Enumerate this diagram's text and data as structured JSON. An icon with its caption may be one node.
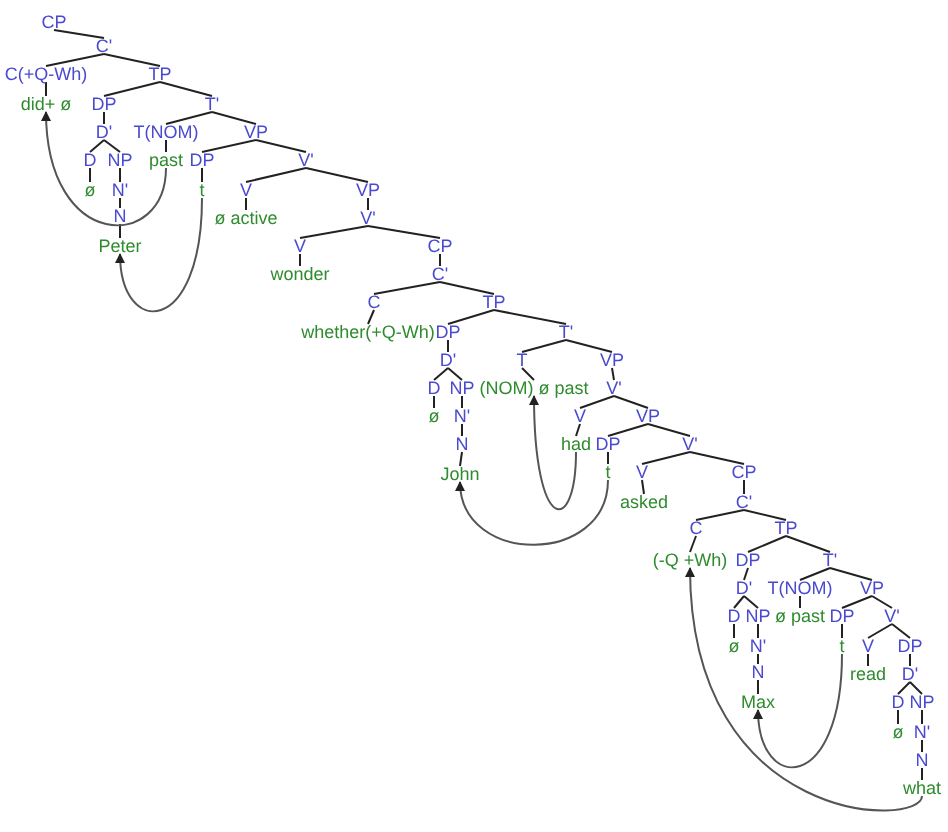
{
  "diagram": {
    "nodes": [
      {
        "text": [
          "CP"
        ]
      },
      {
        "text": [
          "C'"
        ]
      },
      {
        "text": [
          "C(+Q-Wh)"
        ]
      },
      {
        "text": [
          "TP"
        ]
      },
      {
        "text": [
          "did+ ø"
        ]
      },
      {
        "text": [
          "DP"
        ]
      },
      {
        "text": [
          "T'"
        ]
      },
      {
        "text": [
          "D'"
        ]
      },
      {
        "text": [
          "T(NOM)"
        ]
      },
      {
        "text": [
          "VP"
        ]
      },
      {
        "text": [
          "D"
        ]
      },
      {
        "text": [
          "NP"
        ]
      },
      {
        "text": [
          "past"
        ]
      },
      {
        "text": [
          "DP"
        ]
      },
      {
        "text": [
          "V'"
        ]
      },
      {
        "text": [
          "ø"
        ]
      },
      {
        "text": [
          "N'"
        ]
      },
      {
        "text": [
          "t"
        ]
      },
      {
        "text": [
          "V"
        ]
      },
      {
        "text": [
          "VP"
        ]
      },
      {
        "text": [
          "N"
        ]
      },
      {
        "text": [
          "ø active"
        ]
      },
      {
        "text": [
          "V'"
        ]
      },
      {
        "text": [
          "Peter"
        ]
      },
      {
        "text": [
          "V"
        ]
      },
      {
        "text": [
          "CP"
        ]
      },
      {
        "text": [
          "wonder"
        ]
      },
      {
        "text": [
          "C'"
        ]
      },
      {
        "text": [
          "C"
        ]
      },
      {
        "text": [
          "TP"
        ]
      },
      {
        "text": [
          "whether(+Q-Wh)"
        ]
      },
      {
        "text": [
          "DP"
        ]
      },
      {
        "text": [
          "T'"
        ]
      },
      {
        "text": [
          "D'"
        ]
      },
      {
        "text": [
          "T"
        ]
      },
      {
        "text": [
          "VP"
        ]
      },
      {
        "text": [
          "D"
        ]
      },
      {
        "text": [
          "NP"
        ]
      },
      {
        "text": [
          "(NOM) ø past"
        ]
      },
      {
        "text": [
          "V'"
        ]
      },
      {
        "text": [
          "ø"
        ]
      },
      {
        "text": [
          "N'"
        ]
      },
      {
        "text": [
          "V"
        ]
      },
      {
        "text": [
          "VP"
        ]
      },
      {
        "text": [
          "N"
        ]
      },
      {
        "text": [
          "had"
        ]
      },
      {
        "text": [
          "DP"
        ]
      },
      {
        "text": [
          "V'"
        ]
      },
      {
        "text": [
          "John"
        ]
      },
      {
        "text": [
          "t"
        ]
      },
      {
        "text": [
          "V"
        ]
      },
      {
        "text": [
          "CP"
        ]
      },
      {
        "text": [
          "asked"
        ]
      },
      {
        "text": [
          "C'"
        ]
      },
      {
        "text": [
          "C"
        ]
      },
      {
        "text": [
          "TP"
        ]
      },
      {
        "text": [
          "(-Q +Wh)"
        ]
      },
      {
        "text": [
          "DP"
        ]
      },
      {
        "text": [
          "T'"
        ]
      },
      {
        "text": [
          "D'"
        ]
      },
      {
        "text": [
          "T(NOM)"
        ]
      },
      {
        "text": [
          "VP"
        ]
      },
      {
        "text": [
          "D"
        ]
      },
      {
        "text": [
          "NP"
        ]
      },
      {
        "text": [
          "ø past"
        ]
      },
      {
        "text": [
          "DP"
        ]
      },
      {
        "text": [
          "V'"
        ]
      },
      {
        "text": [
          "ø"
        ]
      },
      {
        "text": [
          "N'"
        ]
      },
      {
        "text": [
          "t"
        ]
      },
      {
        "text": [
          "V"
        ]
      },
      {
        "text": [
          "DP"
        ]
      },
      {
        "text": [
          "N"
        ]
      },
      {
        "text": [
          "read"
        ]
      },
      {
        "text": [
          "D'"
        ]
      },
      {
        "text": [
          "Max"
        ]
      },
      {
        "text": [
          "D"
        ]
      },
      {
        "text": [
          "NP"
        ]
      },
      {
        "text": [
          "ø"
        ]
      },
      {
        "text": [
          "N'"
        ]
      },
      {
        "text": [
          "N"
        ]
      },
      {
        "text": [
          "what"
        ]
      }
    ],
    "edges": [
      {
        "from": 0,
        "to": 1,
        "arrow": "none"
      },
      {
        "from": 1,
        "to": 2,
        "arrow": "none"
      },
      {
        "from": 1,
        "to": 3,
        "arrow": "none"
      },
      {
        "from": 2,
        "to": 4,
        "arrow": "none"
      },
      {
        "from": 3,
        "to": 5,
        "arrow": "none"
      },
      {
        "from": 3,
        "to": 6,
        "arrow": "none"
      },
      {
        "from": 5,
        "to": 7,
        "arrow": "none"
      },
      {
        "from": 6,
        "to": 8,
        "arrow": "none"
      },
      {
        "from": 6,
        "to": 9,
        "arrow": "none"
      },
      {
        "from": 7,
        "to": 10,
        "arrow": "none"
      },
      {
        "from": 7,
        "to": 11,
        "arrow": "none"
      },
      {
        "from": 8,
        "to": 12,
        "arrow": "none"
      },
      {
        "from": 9,
        "to": 13,
        "arrow": "none"
      },
      {
        "from": 9,
        "to": 14,
        "arrow": "none"
      },
      {
        "from": 10,
        "to": 15,
        "arrow": "none"
      },
      {
        "from": 11,
        "to": 16,
        "arrow": "none"
      },
      {
        "from": 13,
        "to": 17,
        "arrow": "none"
      },
      {
        "from": 14,
        "to": 18,
        "arrow": "none"
      },
      {
        "from": 14,
        "to": 19,
        "arrow": "none"
      },
      {
        "from": 16,
        "to": 20,
        "arrow": "none"
      },
      {
        "from": 18,
        "to": 21,
        "arrow": "none"
      },
      {
        "from": 19,
        "to": 22,
        "arrow": "none"
      },
      {
        "from": 20,
        "to": 23,
        "arrow": "none"
      },
      {
        "from": 22,
        "to": 24,
        "arrow": "none"
      },
      {
        "from": 22,
        "to": 25,
        "arrow": "none"
      },
      {
        "from": 24,
        "to": 26,
        "arrow": "none"
      },
      {
        "from": 25,
        "to": 27,
        "arrow": "none"
      },
      {
        "from": 27,
        "to": 28,
        "arrow": "none"
      },
      {
        "from": 27,
        "to": 29,
        "arrow": "none"
      },
      {
        "from": 28,
        "to": 30,
        "arrow": "none"
      },
      {
        "from": 29,
        "to": 31,
        "arrow": "none"
      },
      {
        "from": 29,
        "to": 32,
        "arrow": "none"
      },
      {
        "from": 31,
        "to": 33,
        "arrow": "none"
      },
      {
        "from": 32,
        "to": 34,
        "arrow": "none"
      },
      {
        "from": 32,
        "to": 35,
        "arrow": "none"
      },
      {
        "from": 33,
        "to": 36,
        "arrow": "none"
      },
      {
        "from": 33,
        "to": 37,
        "arrow": "none"
      },
      {
        "from": 34,
        "to": 38,
        "arrow": "none"
      },
      {
        "from": 35,
        "to": 39,
        "arrow": "none"
      },
      {
        "from": 36,
        "to": 40,
        "arrow": "none"
      },
      {
        "from": 37,
        "to": 41,
        "arrow": "none"
      },
      {
        "from": 39,
        "to": 42,
        "arrow": "none"
      },
      {
        "from": 39,
        "to": 43,
        "arrow": "none"
      },
      {
        "from": 41,
        "to": 44,
        "arrow": "none"
      },
      {
        "from": 42,
        "to": 45,
        "arrow": "none"
      },
      {
        "from": 43,
        "to": 46,
        "arrow": "none"
      },
      {
        "from": 43,
        "to": 47,
        "arrow": "none"
      },
      {
        "from": 44,
        "to": 48,
        "arrow": "none"
      },
      {
        "from": 46,
        "to": 49,
        "arrow": "none"
      },
      {
        "from": 47,
        "to": 50,
        "arrow": "none"
      },
      {
        "from": 47,
        "to": 51,
        "arrow": "none"
      },
      {
        "from": 50,
        "to": 52,
        "arrow": "none"
      },
      {
        "from": 51,
        "to": 53,
        "arrow": "none"
      },
      {
        "from": 53,
        "to": 54,
        "arrow": "none"
      },
      {
        "from": 53,
        "to": 55,
        "arrow": "none"
      },
      {
        "from": 54,
        "to": 56,
        "arrow": "none"
      },
      {
        "from": 55,
        "to": 57,
        "arrow": "none"
      },
      {
        "from": 55,
        "to": 58,
        "arrow": "none"
      },
      {
        "from": 57,
        "to": 59,
        "arrow": "none"
      },
      {
        "from": 58,
        "to": 60,
        "arrow": "none"
      },
      {
        "from": 58,
        "to": 61,
        "arrow": "none"
      },
      {
        "from": 59,
        "to": 62,
        "arrow": "none"
      },
      {
        "from": 59,
        "to": 63,
        "arrow": "none"
      },
      {
        "from": 60,
        "to": 64,
        "arrow": "none"
      },
      {
        "from": 61,
        "to": 65,
        "arrow": "none"
      },
      {
        "from": 61,
        "to": 66,
        "arrow": "none"
      },
      {
        "from": 62,
        "to": 67,
        "arrow": "none"
      },
      {
        "from": 63,
        "to": 68,
        "arrow": "none"
      },
      {
        "from": 65,
        "to": 69,
        "arrow": "none"
      },
      {
        "from": 66,
        "to": 70,
        "arrow": "none"
      },
      {
        "from": 66,
        "to": 71,
        "arrow": "none"
      },
      {
        "from": 68,
        "to": 72,
        "arrow": "none"
      },
      {
        "from": 70,
        "to": 73,
        "arrow": "none"
      },
      {
        "from": 71,
        "to": 74,
        "arrow": "none"
      },
      {
        "from": 72,
        "to": 75,
        "arrow": "none"
      },
      {
        "from": 74,
        "to": 76,
        "arrow": "none"
      },
      {
        "from": 74,
        "to": 77,
        "arrow": "none"
      },
      {
        "from": 76,
        "to": 78,
        "arrow": "none"
      },
      {
        "from": 77,
        "to": 79,
        "arrow": "none"
      },
      {
        "from": 79,
        "to": 80,
        "arrow": "none"
      },
      {
        "from": 80,
        "to": 81,
        "arrow": "none"
      },
      {
        "from": 12,
        "to": 4,
        "arrow": "to",
        "color": "#555555"
      },
      {
        "from": 17,
        "to": 23,
        "arrow": "to",
        "color": "#555555"
      },
      {
        "from": 45,
        "to": 38,
        "arrow": "to",
        "color": "#555555"
      },
      {
        "from": 49,
        "to": 48,
        "arrow": "to",
        "color": "#555555"
      },
      {
        "from": 69,
        "to": 75,
        "arrow": "to",
        "color": "#555555"
      },
      {
        "from": 81,
        "to": 56,
        "arrow": "to",
        "color": "#555555"
      }
    ]
  }
}
